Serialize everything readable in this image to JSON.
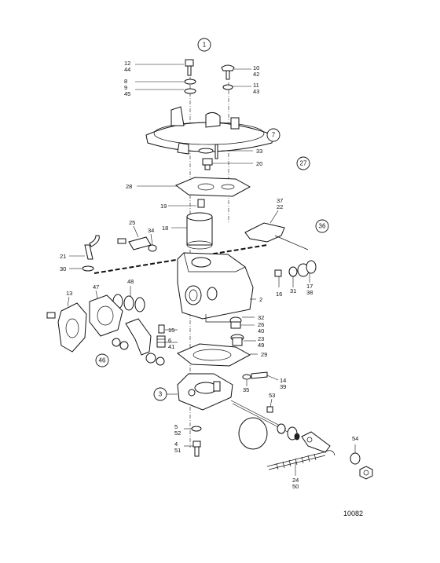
{
  "drawing_number": "10082",
  "circled_refs": [
    "1",
    "7",
    "27",
    "36",
    "46",
    "3"
  ],
  "callouts": [
    {
      "id": "c12",
      "lines": [
        "12",
        "44"
      ]
    },
    {
      "id": "c10",
      "lines": [
        "10",
        "42"
      ]
    },
    {
      "id": "c8",
      "lines": [
        "8",
        "9",
        "45"
      ]
    },
    {
      "id": "c11",
      "lines": [
        "11",
        "43"
      ]
    },
    {
      "id": "c33",
      "lines": [
        "33"
      ]
    },
    {
      "id": "c20",
      "lines": [
        "20"
      ]
    },
    {
      "id": "c28",
      "lines": [
        "28"
      ]
    },
    {
      "id": "c19",
      "lines": [
        "19"
      ]
    },
    {
      "id": "c37",
      "lines": [
        "37",
        "22"
      ]
    },
    {
      "id": "c18",
      "lines": [
        "18"
      ]
    },
    {
      "id": "c25",
      "lines": [
        "25"
      ]
    },
    {
      "id": "c34",
      "lines": [
        "34"
      ]
    },
    {
      "id": "c21",
      "lines": [
        "21"
      ]
    },
    {
      "id": "c30",
      "lines": [
        "30"
      ]
    },
    {
      "id": "c16",
      "lines": [
        "16"
      ]
    },
    {
      "id": "c31",
      "lines": [
        "31"
      ]
    },
    {
      "id": "c17",
      "lines": [
        "17",
        "38"
      ]
    },
    {
      "id": "c48",
      "lines": [
        "48"
      ]
    },
    {
      "id": "c13",
      "lines": [
        "13"
      ]
    },
    {
      "id": "c47",
      "lines": [
        "47"
      ]
    },
    {
      "id": "c2",
      "lines": [
        "2"
      ]
    },
    {
      "id": "c32",
      "lines": [
        "32"
      ]
    },
    {
      "id": "c26",
      "lines": [
        "26",
        "40"
      ]
    },
    {
      "id": "c15",
      "lines": [
        "15"
      ]
    },
    {
      "id": "c6",
      "lines": [
        "6",
        "41"
      ]
    },
    {
      "id": "c23",
      "lines": [
        "23",
        "49"
      ]
    },
    {
      "id": "c29",
      "lines": [
        "29"
      ]
    },
    {
      "id": "c14",
      "lines": [
        "14",
        "39"
      ]
    },
    {
      "id": "c35",
      "lines": [
        "35"
      ]
    },
    {
      "id": "c53",
      "lines": [
        "53"
      ]
    },
    {
      "id": "c5",
      "lines": [
        "5",
        "52"
      ]
    },
    {
      "id": "c4",
      "lines": [
        "4",
        "51"
      ]
    },
    {
      "id": "c54",
      "lines": [
        "54"
      ]
    },
    {
      "id": "c24",
      "lines": [
        "24",
        "50"
      ]
    }
  ]
}
